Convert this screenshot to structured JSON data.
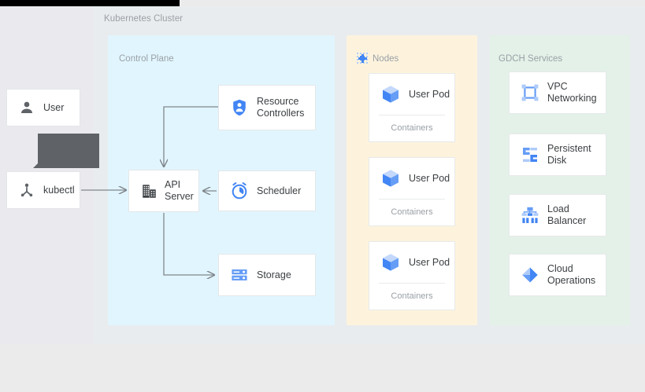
{
  "diagram": {
    "title": "Kubernetes Cluster",
    "zones": [
      {
        "key": "control_plane",
        "label": "Control Plane",
        "color": "#e1f5fe"
      },
      {
        "key": "nodes",
        "label": "Nodes",
        "color": "#fdf3dd",
        "icon": "nodes-grid-icon"
      },
      {
        "key": "gdch",
        "label": "GDCH Services",
        "color": "#e3f1e8"
      }
    ]
  },
  "actors": [
    {
      "key": "user",
      "label": "User",
      "icon": "person-icon"
    },
    {
      "key": "kubectl",
      "label": "kubectl",
      "icon": "kubectl-icon"
    }
  ],
  "tooltip": {
    "text": ""
  },
  "control_plane": {
    "resource_controllers": {
      "label": "Resource\nControllers",
      "icon": "shield-person-icon"
    },
    "api_server": {
      "label": "API\nServer",
      "icon": "api-building-icon"
    },
    "scheduler": {
      "label": "Scheduler",
      "icon": "alarm-clock-icon"
    },
    "storage": {
      "label": "Storage",
      "icon": "storage-rack-icon"
    }
  },
  "nodes": {
    "pods": [
      {
        "label": "User Pod",
        "footer": "Containers",
        "icon": "cube-icon"
      },
      {
        "label": "User Pod",
        "footer": "Containers",
        "icon": "cube-icon"
      },
      {
        "label": "User Pod",
        "footer": "Containers",
        "icon": "cube-icon"
      }
    ]
  },
  "gdch_services": [
    {
      "label": "VPC\nNetworking",
      "icon": "vpc-network-icon"
    },
    {
      "label": "Persistent\nDisk",
      "icon": "persistent-disk-icon"
    },
    {
      "label": "Load\nBalancer",
      "icon": "load-balancer-icon"
    },
    {
      "label": "Cloud\nOperations",
      "icon": "cloud-operations-icon"
    }
  ],
  "connections": [
    {
      "from": "kubectl",
      "to": "api_server"
    },
    {
      "from": "resource_controllers",
      "to": "api_server"
    },
    {
      "from": "scheduler",
      "to": "api_server"
    },
    {
      "from": "api_server",
      "to": "storage"
    }
  ],
  "colors": {
    "accent_blue": "#4285f4",
    "light_blue": "#8ab4f8",
    "wire": "#80868b",
    "text": "#3c4043",
    "muted_text": "#9aa0a6",
    "tooltip_bg": "#5f6368"
  }
}
